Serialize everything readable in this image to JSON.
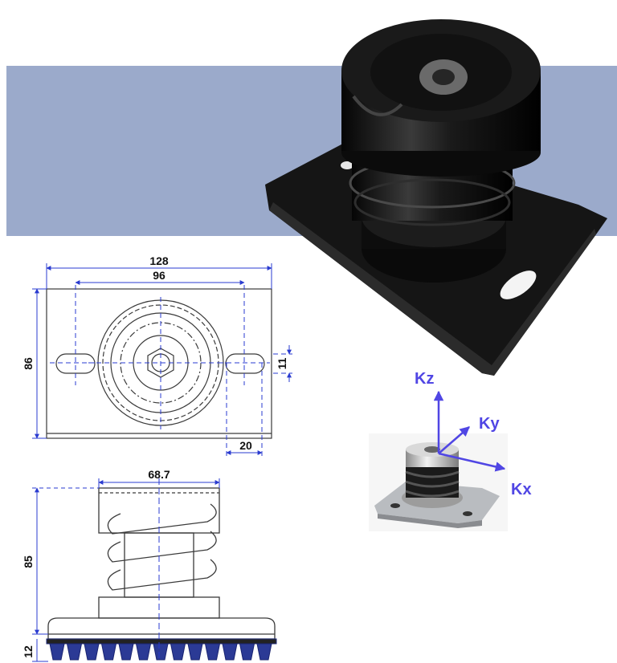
{
  "colors": {
    "band": "#9baacb",
    "dim_line": "#2a3bd0",
    "axis_arrow": "#5046e4",
    "drawing_line": "#3a3a3a",
    "rubber": "#121212",
    "metal": "#c8c8c8"
  },
  "top_view": {
    "dim_width": "128",
    "dim_hole_spacing": "96",
    "dim_height": "86",
    "dim_slot_width": "11",
    "dim_slot_length": "20"
  },
  "side_view": {
    "dim_diameter": "68.7",
    "dim_height": "85",
    "dim_base": "12"
  },
  "axes": {
    "kz": "Kz",
    "ky": "Ky",
    "kx": "Kx"
  },
  "icons": [
    "rubber-mount-photo-icon",
    "spring-mount-photo-icon"
  ]
}
